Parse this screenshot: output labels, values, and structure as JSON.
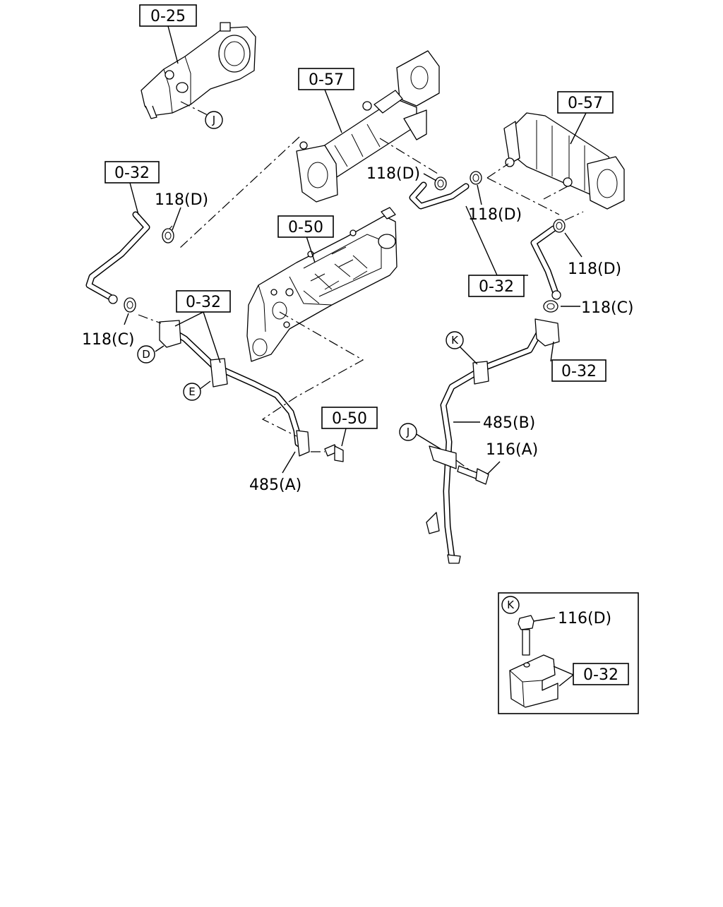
{
  "ref_boxes": {
    "r025": "0-25",
    "r057a": "0-57",
    "r057b": "0-57",
    "r032a": "0-32",
    "r050a": "0-50",
    "r032b": "0-32",
    "r032c": "0-32",
    "r032d": "0-32",
    "r050b": "0-50",
    "r032e": "0-32"
  },
  "part_labels": {
    "p118d_left": "118(D)",
    "p118d_mid": "118(D)",
    "p118d_right_top": "118(D)",
    "p118d_right": "118(D)",
    "p118c_left": "118(C)",
    "p118c_right": "118(C)",
    "p485a": "485(A)",
    "p485b": "485(B)",
    "p116a": "116(A)",
    "p116d": "116(D)"
  },
  "callouts": {
    "j_top": "J",
    "d": "D",
    "e": "E",
    "k": "K",
    "j_bottom": "J",
    "k_inset": "K"
  }
}
